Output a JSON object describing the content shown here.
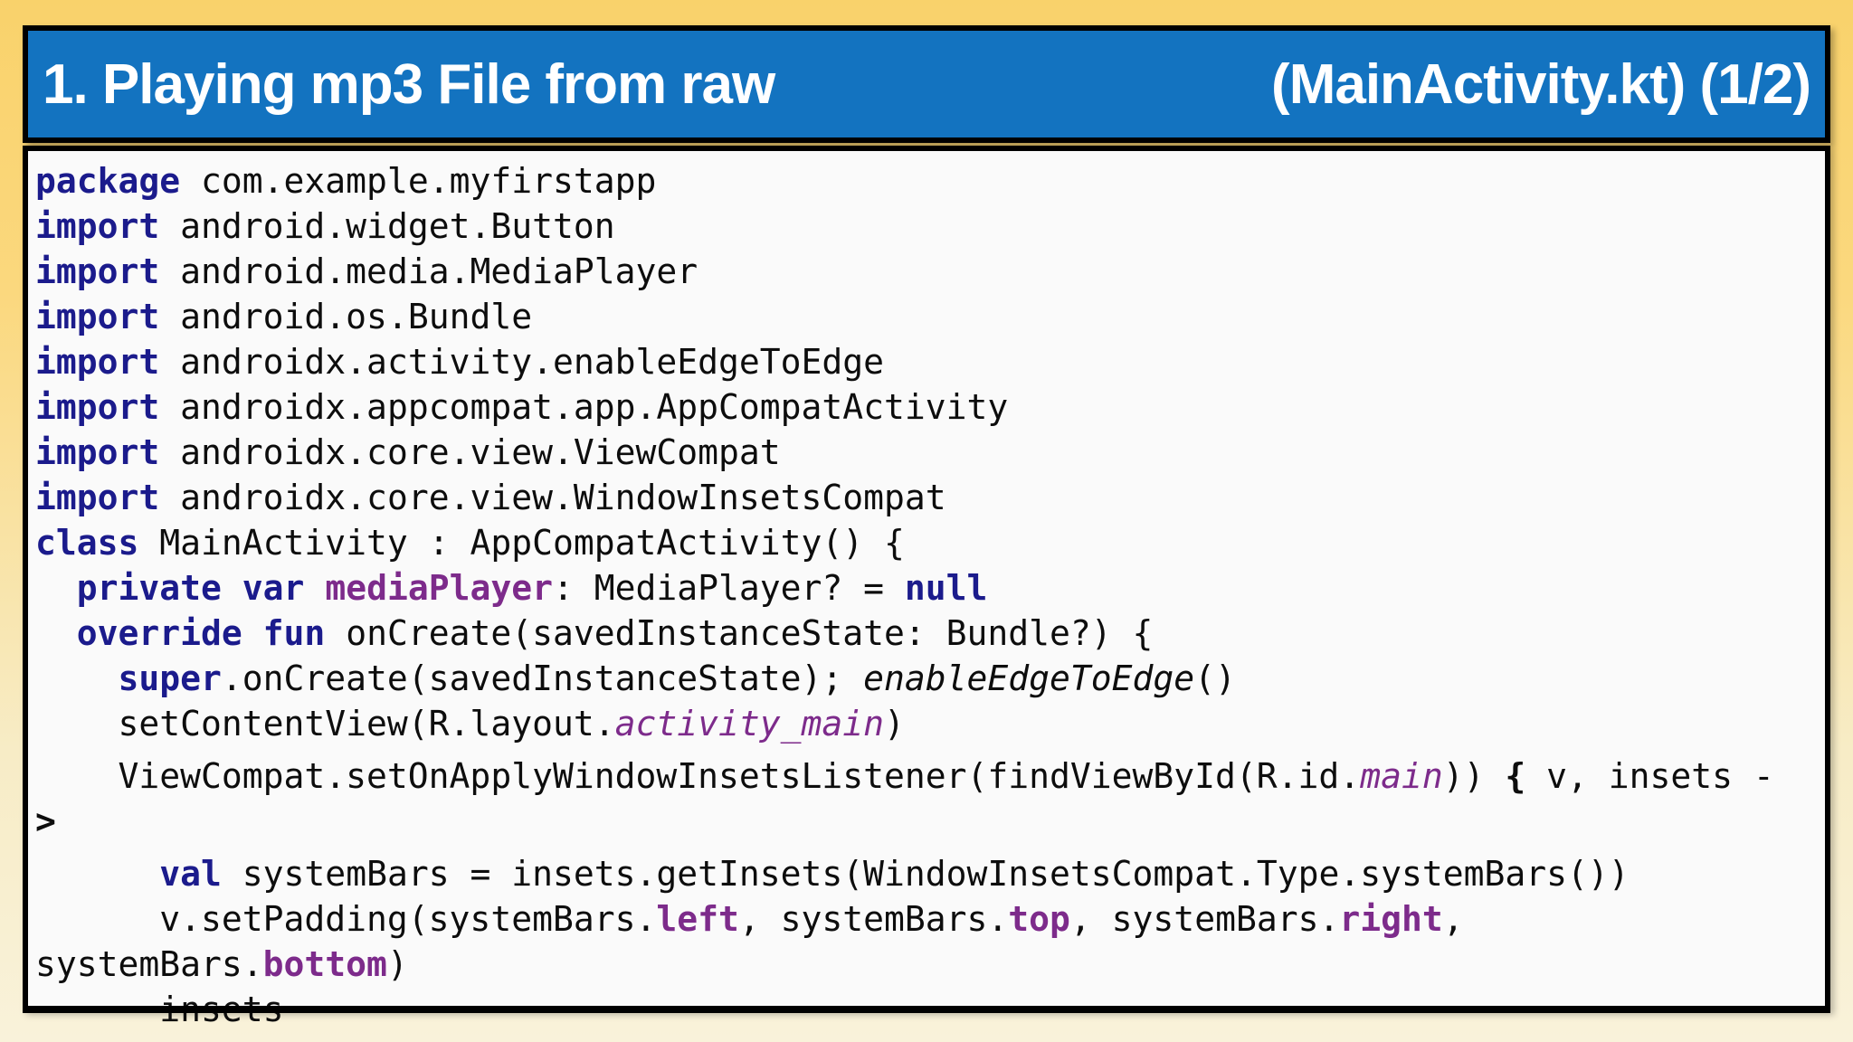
{
  "header": {
    "title_left": "1. Playing mp3 File from raw",
    "title_right": "(MainActivity.kt) (1/2)"
  },
  "colors": {
    "background_top": "#f9d26b",
    "background_bottom": "#f9f2da",
    "header_bg": "#1373c0",
    "header_text": "#ffffff",
    "panel_bg": "#fafafa",
    "panel_border": "#000000",
    "code_text": "#0d0d0d",
    "keyword_navy": "#1b1b8c",
    "identifier_purple": "#7d2b8b"
  },
  "code": {
    "language": "kotlin",
    "lines": [
      {
        "gap": false,
        "segments": [
          {
            "style": "kw",
            "text": "package"
          },
          {
            "style": "p",
            "text": " com.example.myfirstapp"
          }
        ]
      },
      {
        "gap": false,
        "segments": [
          {
            "style": "kw",
            "text": "import"
          },
          {
            "style": "p",
            "text": " android.widget.Button"
          }
        ]
      },
      {
        "gap": false,
        "segments": [
          {
            "style": "kw",
            "text": "import"
          },
          {
            "style": "p",
            "text": " android.media.MediaPlayer"
          }
        ]
      },
      {
        "gap": false,
        "segments": [
          {
            "style": "kw",
            "text": "import"
          },
          {
            "style": "p",
            "text": " android.os.Bundle"
          }
        ]
      },
      {
        "gap": false,
        "segments": [
          {
            "style": "kw",
            "text": "import"
          },
          {
            "style": "p",
            "text": " androidx.activity.enableEdgeToEdge"
          }
        ]
      },
      {
        "gap": false,
        "segments": [
          {
            "style": "kw",
            "text": "import"
          },
          {
            "style": "p",
            "text": " androidx.appcompat.app.AppCompatActivity"
          }
        ]
      },
      {
        "gap": false,
        "segments": [
          {
            "style": "kw",
            "text": "import"
          },
          {
            "style": "p",
            "text": " androidx.core.view.ViewCompat"
          }
        ]
      },
      {
        "gap": false,
        "segments": [
          {
            "style": "kw",
            "text": "import"
          },
          {
            "style": "p",
            "text": " androidx.core.view.WindowInsetsCompat"
          }
        ]
      },
      {
        "gap": false,
        "segments": [
          {
            "style": "kw",
            "text": "class"
          },
          {
            "style": "p",
            "text": " MainActivity : AppCompatActivity() {"
          }
        ]
      },
      {
        "gap": false,
        "segments": [
          {
            "style": "p",
            "text": "  "
          },
          {
            "style": "kw",
            "text": "private var"
          },
          {
            "style": "prop",
            "text": " mediaPlayer"
          },
          {
            "style": "p",
            "text": ": MediaPlayer? = "
          },
          {
            "style": "kw",
            "text": "null"
          }
        ]
      },
      {
        "gap": false,
        "segments": [
          {
            "style": "p",
            "text": "  "
          },
          {
            "style": "kw",
            "text": "override fun"
          },
          {
            "style": "p",
            "text": " onCreate(savedInstanceState: Bundle?) {"
          }
        ]
      },
      {
        "gap": false,
        "segments": [
          {
            "style": "p",
            "text": "    "
          },
          {
            "style": "kw",
            "text": "super"
          },
          {
            "style": "p",
            "text": ".onCreate(savedInstanceState); "
          },
          {
            "style": "it",
            "text": "enableEdgeToEdge"
          },
          {
            "style": "p",
            "text": "()"
          }
        ]
      },
      {
        "gap": false,
        "segments": [
          {
            "style": "p",
            "text": "    setContentView(R.layout."
          },
          {
            "style": "propit",
            "text": "activity_main"
          },
          {
            "style": "p",
            "text": ")"
          }
        ]
      },
      {
        "gap": true,
        "segments": [
          {
            "style": "p",
            "text": "    ViewCompat.setOnApplyWindowInsetsListener(findViewById(R.id."
          },
          {
            "style": "propit",
            "text": "main"
          },
          {
            "style": "p",
            "text": ")) "
          },
          {
            "style": "b",
            "text": "{"
          },
          {
            "style": "p",
            "text": " v, insets -"
          }
        ]
      },
      {
        "gap": false,
        "segments": [
          {
            "style": "b",
            "text": ">"
          }
        ]
      },
      {
        "gap": true,
        "segments": [
          {
            "style": "p",
            "text": "      "
          },
          {
            "style": "kw",
            "text": "val"
          },
          {
            "style": "p",
            "text": " systemBars = insets.getInsets(WindowInsetsCompat.Type.systemBars())"
          }
        ]
      },
      {
        "gap": false,
        "segments": [
          {
            "style": "p",
            "text": "      v.setPadding(systemBars."
          },
          {
            "style": "prop",
            "text": "left"
          },
          {
            "style": "p",
            "text": ", systemBars."
          },
          {
            "style": "prop",
            "text": "top"
          },
          {
            "style": "p",
            "text": ", systemBars."
          },
          {
            "style": "prop",
            "text": "right"
          },
          {
            "style": "p",
            "text": ","
          }
        ]
      },
      {
        "gap": false,
        "segments": [
          {
            "style": "p",
            "text": "systemBars."
          },
          {
            "style": "prop",
            "text": "bottom"
          },
          {
            "style": "p",
            "text": ")"
          }
        ]
      },
      {
        "gap": false,
        "segments": [
          {
            "style": "p",
            "text": "      insets"
          }
        ]
      }
    ]
  }
}
